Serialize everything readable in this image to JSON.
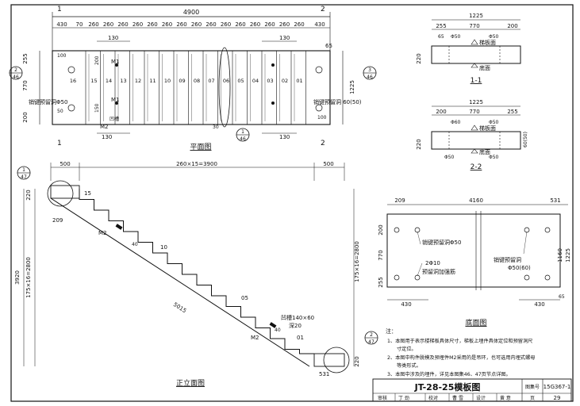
{
  "plan": {
    "title": "平面图",
    "total_len": "4900",
    "seg_left": "430",
    "seg_70": "70",
    "step_dims": [
      "260",
      "260",
      "260",
      "260",
      "260",
      "260",
      "260",
      "260",
      "260",
      "260",
      "260",
      "260",
      "260",
      "260",
      "260"
    ],
    "seg_right": "430",
    "sub_130_a": "130",
    "sub_130_b": "130",
    "sub_130_c": "130",
    "sub_130_d": "130",
    "h_255": "255",
    "h_770": "770",
    "h_200": "200",
    "h_1225": "1225",
    "h_65": "65",
    "step_nums": [
      "16",
      "15",
      "14",
      "13",
      "12",
      "11",
      "10",
      "09",
      "08",
      "07",
      "06",
      "05",
      "04",
      "03",
      "02",
      "01"
    ],
    "m1_a": "M1",
    "m1_b": "M1",
    "m2_label": "M2",
    "dim_100": "100",
    "dim_200": "200",
    "dim_50": "50",
    "dim_100b": "100",
    "dim_150": "150",
    "anchor_left": "销键预留洞Φ50",
    "anchor_right": "销键预留洞 60(50)",
    "sec1_left": "1",
    "sec1_right": "1",
    "sec2_top": "2",
    "sec2_bot": "2",
    "bottom_mark_a": "30",
    "hole_label": "凹槽",
    "ref_left_top": "2",
    "ref_left_bot": "46",
    "ref_right_top": "3",
    "ref_right_bot": "46",
    "ref_mid_top": "1",
    "ref_mid_bot": "46"
  },
  "section11": {
    "title": "1-1",
    "w_total": "1225",
    "w_255": "255",
    "w_770": "770",
    "w_200": "200",
    "d65": "65",
    "phi_a": "Φ50",
    "phi_b": "Φ50",
    "h220": "220",
    "top_label": "梯板面",
    "bot_label": "底面"
  },
  "section22": {
    "title": "2-2",
    "w_total": "1225",
    "w_200": "200",
    "w_770": "770",
    "w_255": "255",
    "phi_top_a": "Φ60",
    "phi_top_b": "Φ50",
    "h220": "220",
    "h_60_50": "60(50)",
    "phi_bot_a": "Φ50",
    "phi_bot_b": "Φ50",
    "top_label": "梯板面",
    "bot_label": "底面"
  },
  "elevation": {
    "title": "正立面图",
    "top_500_left": "500",
    "top_mid": "260×15=3900",
    "top_500_right": "500",
    "h_220": "220",
    "h_left_total": "3920",
    "h_left_steps": "175×16=2800",
    "h_right_steps": "175×16=2800",
    "h_right_220": "220",
    "step_15": "15",
    "step_10": "10",
    "step_05": "05",
    "step_01": "01",
    "d209": "209",
    "d531": "531",
    "slope_len": "5015",
    "m2_a": "M2",
    "m2_b": "M2",
    "d_40": "40",
    "d_40b": "40",
    "groove": "凹槽140×60",
    "groove_depth": "深20",
    "ref_a_top": "1",
    "ref_a_bot": "47",
    "ref_b_top": "2",
    "ref_b_bot": "47"
  },
  "bottom_view": {
    "title": "底面图",
    "w_209": "209",
    "w_4160": "4160",
    "w_531": "531",
    "h_200": "200",
    "h_770": "770",
    "h_255": "255",
    "h_1160": "1160",
    "h_1225": "1225",
    "h_65": "65",
    "d_430_l": "430",
    "d_430_r": "430",
    "anchor1": "销键预留洞Φ50",
    "anchor2": "2Φ10",
    "anchor3": "预留洞加强筋",
    "anchor4": "销键预留洞",
    "anchor5": "Φ50(60)"
  },
  "notes": {
    "head": "注：",
    "n1a": "1、本图用于表示楼梯板具体尺寸，梯板上埋件具体定位和预留洞尺",
    "n1b": "寸定位。",
    "n2a": "2、本图中构件脱模及预埋件M2采用的是吊环，也可选用内埋式螺母",
    "n2b": "等类形式。",
    "n3": "3、本图中涉及的埋件，详见本图集46、47页节点详图。"
  },
  "titleblock": {
    "title": "JT-28-25模板图",
    "atlas_label": "图集号",
    "atlas_no": "15G367-1",
    "review": "审核",
    "reviewer": "丁 劲",
    "check": "校对",
    "checker": "曹 雪",
    "design": "设计",
    "designer": "黄 意",
    "page_label": "页",
    "page_no": "29"
  }
}
